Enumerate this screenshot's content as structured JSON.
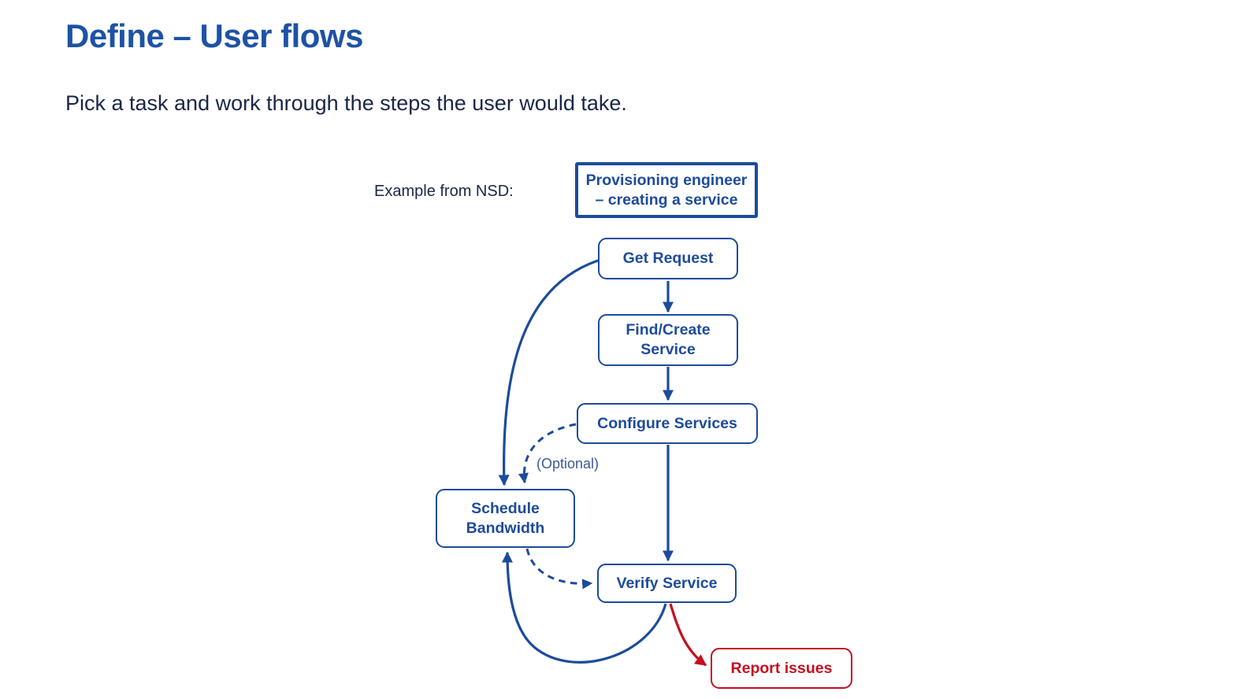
{
  "page": {
    "title": "Define – User flows",
    "subtitle": "Pick a task and work through the steps the user would take."
  },
  "diagram": {
    "caption": "Example from NSD:",
    "nodes": {
      "persona": "Provisioning engineer\n– creating a service",
      "get_request": "Get Request",
      "find_create": "Find/Create\nService",
      "configure": "Configure Services",
      "schedule": "Schedule\nBandwidth",
      "verify": "Verify Service",
      "report": "Report issues"
    },
    "annotations": {
      "optional": "(Optional)"
    },
    "colors": {
      "flow_blue": "#1d4b9b",
      "title_blue": "#1d52a5",
      "body_navy": "#1a2647",
      "optional_blue": "#3a5a96",
      "alert_red": "#c50f1f",
      "background": "#ffffff"
    }
  }
}
